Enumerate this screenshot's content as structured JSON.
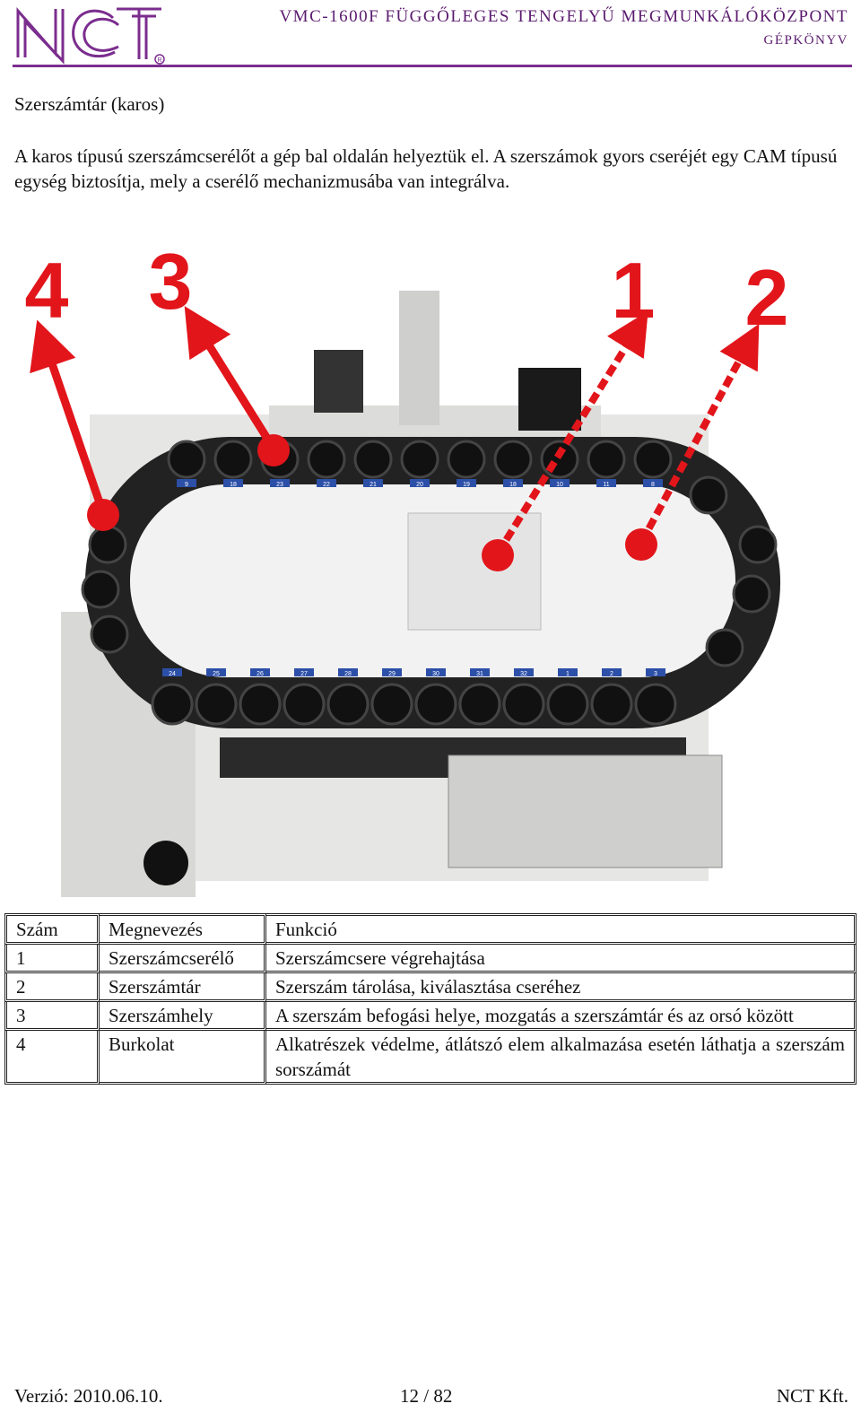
{
  "header": {
    "logo_text": "NCT",
    "doc_title_line1": "VMC-1600F FÜGGŐLEGES TENGELYŰ MEGMUNKÁLÓKÖZPONT",
    "doc_title_line2": "GÉPKÖNYV",
    "brand_color": "#7b2d8e"
  },
  "section": {
    "title": "Szerszámtár (karos)",
    "intro": "A karos típusú szerszámcserélőt a gép bal oldalán helyeztük el. A szerszámok gyors cseréjét egy CAM típusú egység biztosítja, mely a cserélő mechanizmusába van integrálva."
  },
  "figure": {
    "callouts": [
      "1",
      "2",
      "3",
      "4"
    ],
    "callout_color": "#e2151b",
    "pocket_labels_top": [
      "9",
      "18",
      "23",
      "22",
      "21",
      "20",
      "19",
      "18",
      "10",
      "11",
      "8"
    ],
    "pocket_labels_bottom": [
      "24",
      "25",
      "26",
      "27",
      "28",
      "29",
      "30",
      "31",
      "32",
      "1",
      "2",
      "3"
    ]
  },
  "table": {
    "headers": [
      "Szám",
      "Megnevezés",
      "Funkció"
    ],
    "rows": [
      {
        "num": "1",
        "name": "Szerszámcserélő",
        "func": "Szerszámcsere végrehajtása"
      },
      {
        "num": "2",
        "name": "Szerszámtár",
        "func": "Szerszám tárolása, kiválasztása cseréhez"
      },
      {
        "num": "3",
        "name": "Szerszámhely",
        "func": "A szerszám befogási helye, mozgatás a szerszámtár és az orsó között"
      },
      {
        "num": "4",
        "name": "Burkolat",
        "func": "Alkatrészek védelme, átlátszó elem alkalmazása esetén láthatja a szerszám sorszámát"
      }
    ]
  },
  "footer": {
    "version": "Verzió: 2010.06.10.",
    "page": "12 / 82",
    "company": "NCT Kft."
  }
}
